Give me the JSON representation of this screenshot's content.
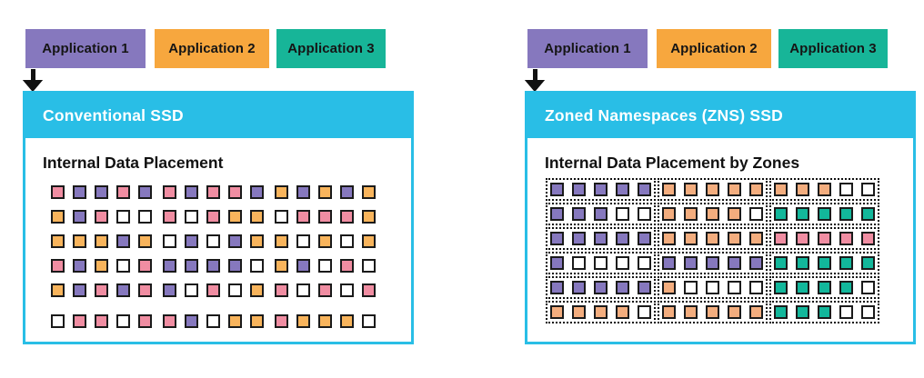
{
  "palette": {
    "cyan": "#29BEE6",
    "purple": "#8678BE",
    "orange_app": "#F7A73E",
    "teal_app": "#17B598",
    "pink": "#F08DA2",
    "amber": "#F8B45C",
    "peach": "#F3AD7E",
    "teal_square": "#12B79B",
    "white": "#FFFFFF",
    "black": "#111111"
  },
  "legend": {
    "p": "pink",
    "u": "purple",
    "o": "amber",
    "O": "peach",
    "t": "teal_square",
    "w": "white"
  },
  "left": {
    "apps": [
      {
        "label": "Application 1"
      },
      {
        "label": "Application 2"
      },
      {
        "label": "Application 3"
      }
    ],
    "ssd_title": "Conventional SSD",
    "heading": "Internal Data Placement",
    "grid_rows": [
      [
        "p",
        "u",
        "u",
        "p",
        "u",
        "p",
        "u",
        "p",
        "p",
        "u",
        "o",
        "u",
        "o",
        "u",
        "o"
      ],
      [
        "o",
        "u",
        "p",
        "w",
        "w",
        "p",
        "w",
        "p",
        "o",
        "o",
        "w",
        "p",
        "p",
        "p",
        "o"
      ],
      [
        "o",
        "o",
        "o",
        "u",
        "o",
        "w",
        "u",
        "w",
        "u",
        "o",
        "o",
        "w",
        "o",
        "w",
        "o"
      ],
      [
        "p",
        "u",
        "o",
        "w",
        "p",
        "u",
        "u",
        "u",
        "u",
        "w",
        "o",
        "u",
        "w",
        "p",
        "w"
      ],
      [
        "o",
        "u",
        "p",
        "u",
        "p",
        "u",
        "w",
        "p",
        "w",
        "o",
        "p",
        "w",
        "p",
        "w",
        "p"
      ],
      [
        "w",
        "p",
        "p",
        "w",
        "p",
        "p",
        "u",
        "w",
        "o",
        "o",
        "p",
        "o",
        "o",
        "o",
        "w"
      ]
    ]
  },
  "right": {
    "apps": [
      {
        "label": "Application 1"
      },
      {
        "label": "Application 2"
      },
      {
        "label": "Application 3"
      }
    ],
    "ssd_title": "Zoned Namespaces (ZNS) SSD",
    "heading": "Internal Data Placement by Zones",
    "zone_rows": [
      [
        [
          "u",
          "u",
          "u",
          "u",
          "u"
        ],
        [
          "O",
          "O",
          "O",
          "O",
          "O"
        ],
        [
          "O",
          "O",
          "O",
          "w",
          "w"
        ]
      ],
      [
        [
          "u",
          "u",
          "u",
          "w",
          "w"
        ],
        [
          "O",
          "O",
          "O",
          "O",
          "w"
        ],
        [
          "t",
          "t",
          "t",
          "t",
          "t"
        ]
      ],
      [
        [
          "u",
          "u",
          "u",
          "u",
          "u"
        ],
        [
          "O",
          "O",
          "O",
          "O",
          "O"
        ],
        [
          "p",
          "p",
          "p",
          "p",
          "p"
        ]
      ],
      [
        [
          "u",
          "w",
          "w",
          "w",
          "w"
        ],
        [
          "u",
          "u",
          "u",
          "u",
          "u"
        ],
        [
          "t",
          "t",
          "t",
          "t",
          "t"
        ]
      ],
      [
        [
          "u",
          "u",
          "u",
          "u",
          "u"
        ],
        [
          "O",
          "w",
          "w",
          "w",
          "w"
        ],
        [
          "t",
          "t",
          "t",
          "t",
          "w"
        ]
      ],
      [
        [
          "O",
          "O",
          "O",
          "O",
          "w"
        ],
        [
          "O",
          "O",
          "O",
          "O",
          "O"
        ],
        [
          "t",
          "t",
          "t",
          "w",
          "w"
        ]
      ]
    ]
  }
}
